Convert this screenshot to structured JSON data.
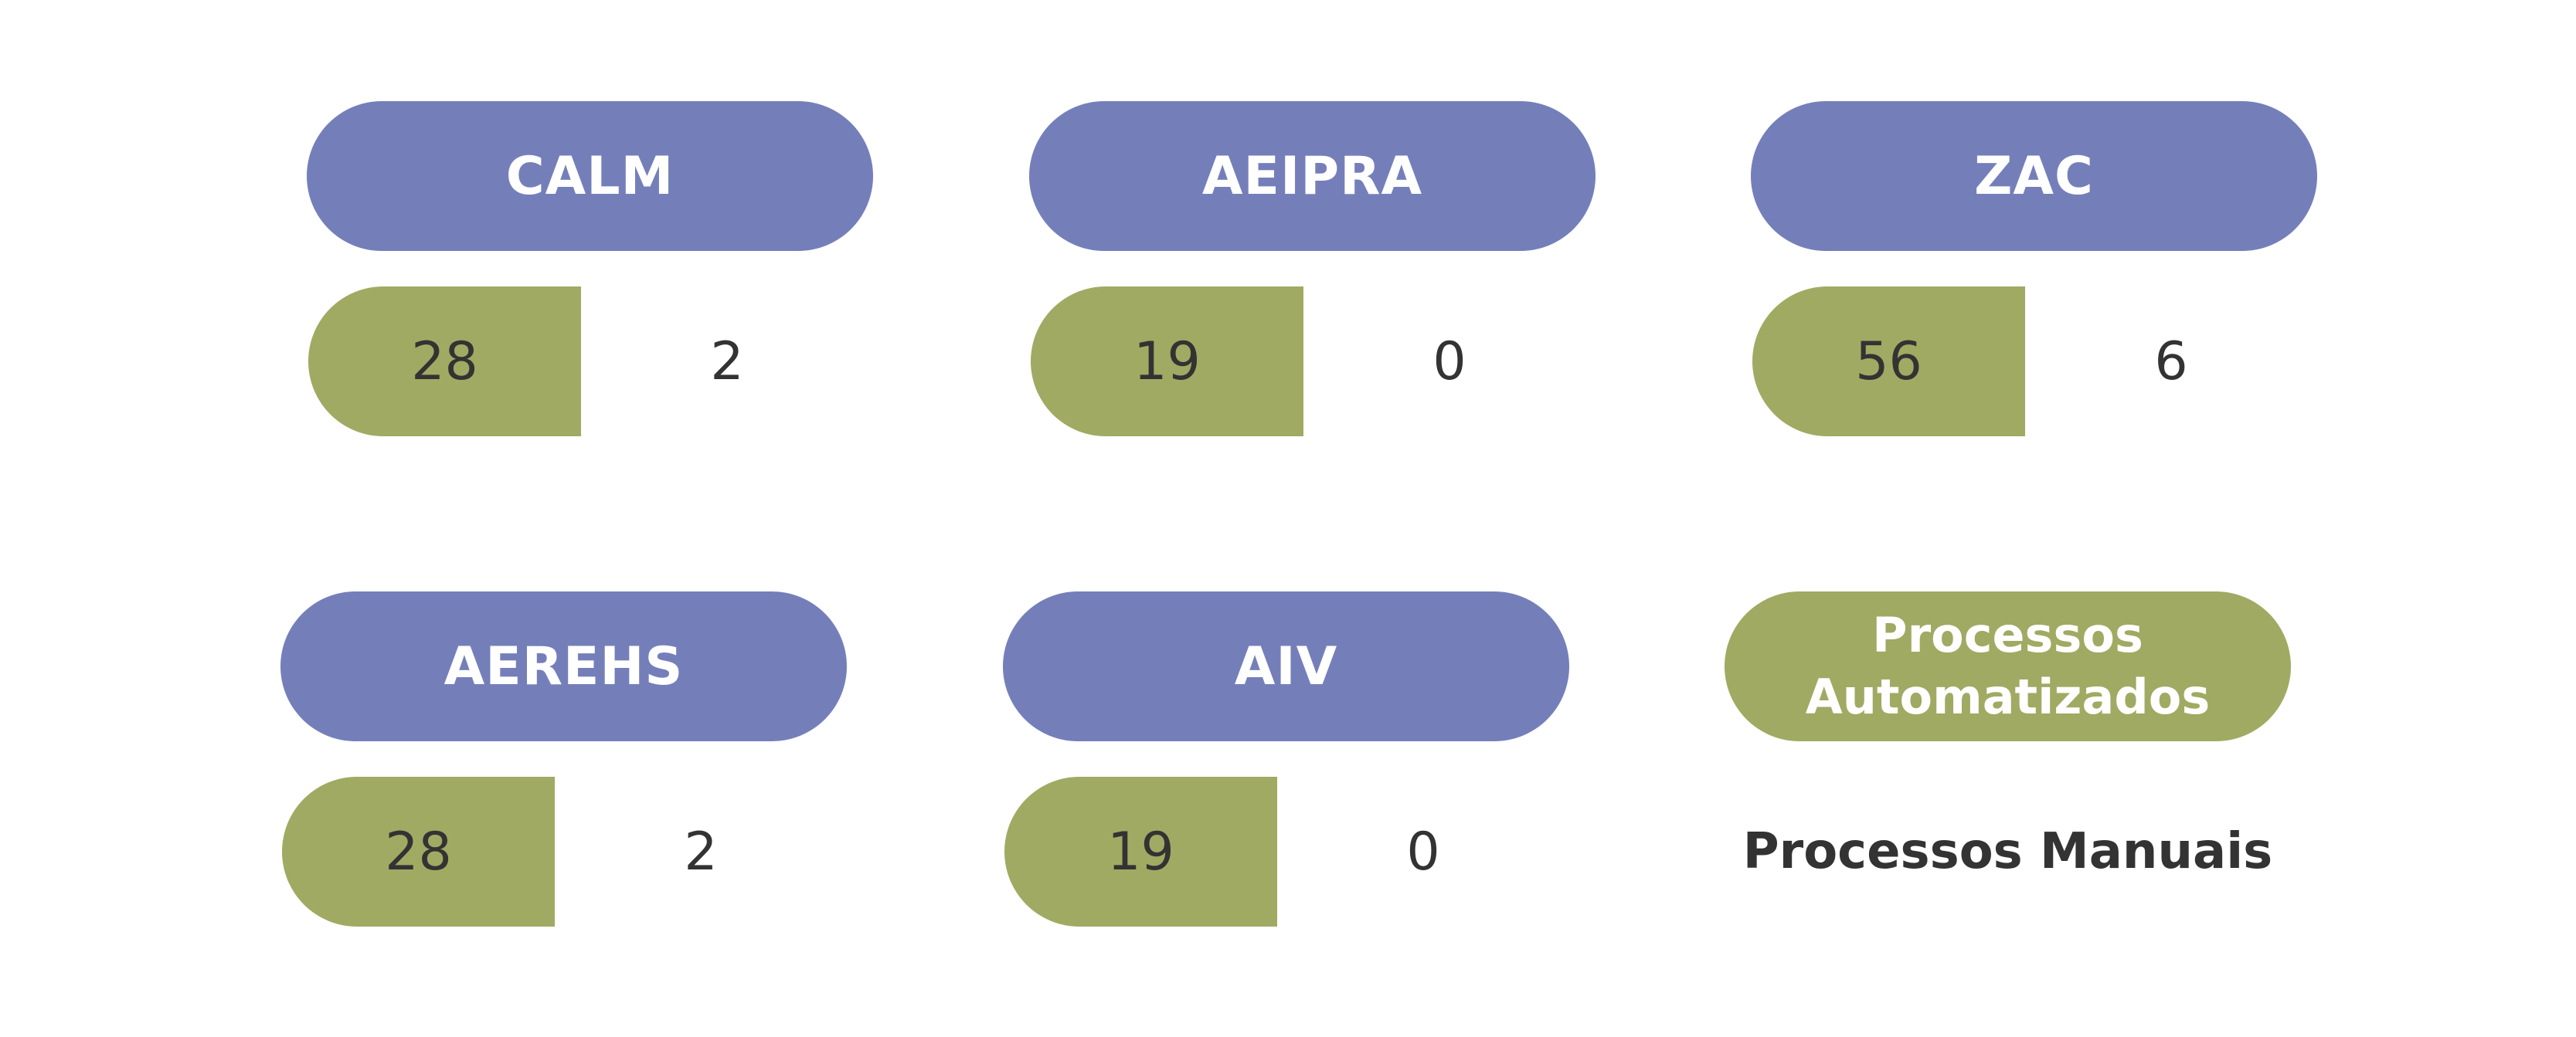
{
  "colors": {
    "header": "#747fba",
    "automated": "#a0aa62",
    "text_dark": "#333333",
    "text_light": "#ffffff"
  },
  "groups": [
    {
      "name": "CALM",
      "automated": "28",
      "manual": "2"
    },
    {
      "name": "AEIPRA",
      "automated": "19",
      "manual": "0"
    },
    {
      "name": "ZAC",
      "automated": "56",
      "manual": "6"
    },
    {
      "name": "AEREHS",
      "automated": "28",
      "manual": "2"
    },
    {
      "name": "AIV",
      "automated": "19",
      "manual": "0"
    }
  ],
  "legend": {
    "automated_line1": "Processos",
    "automated_line2": "Automatizados",
    "manual": "Processos Manuais"
  }
}
